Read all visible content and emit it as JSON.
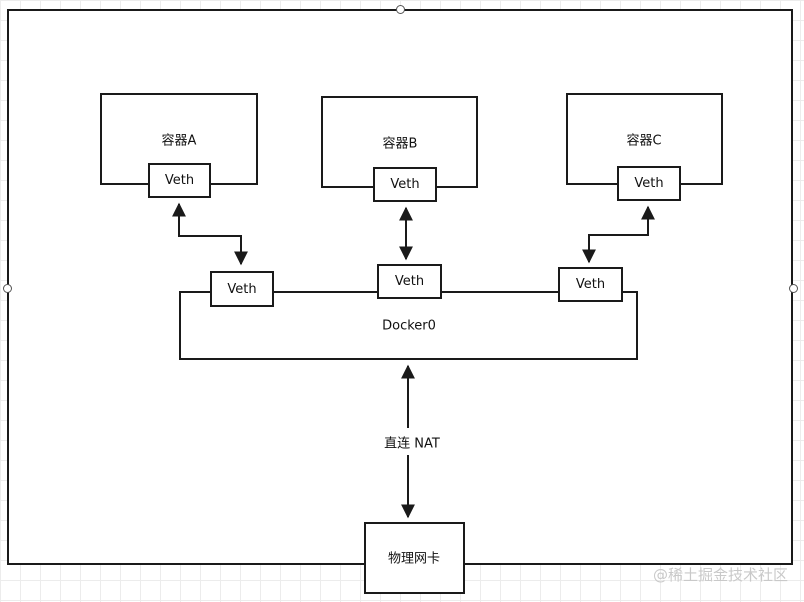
{
  "containers": [
    {
      "label": "容器A",
      "veth": "Veth"
    },
    {
      "label": "容器B",
      "veth": "Veth"
    },
    {
      "label": "容器C",
      "veth": "Veth"
    }
  ],
  "bridge": {
    "label": "Docker0",
    "veths": [
      "Veth",
      "Veth",
      "Veth"
    ]
  },
  "nic": {
    "label": "物理网卡"
  },
  "connection_label": "直连 NAT",
  "watermark": "@稀土掘金技术社区"
}
